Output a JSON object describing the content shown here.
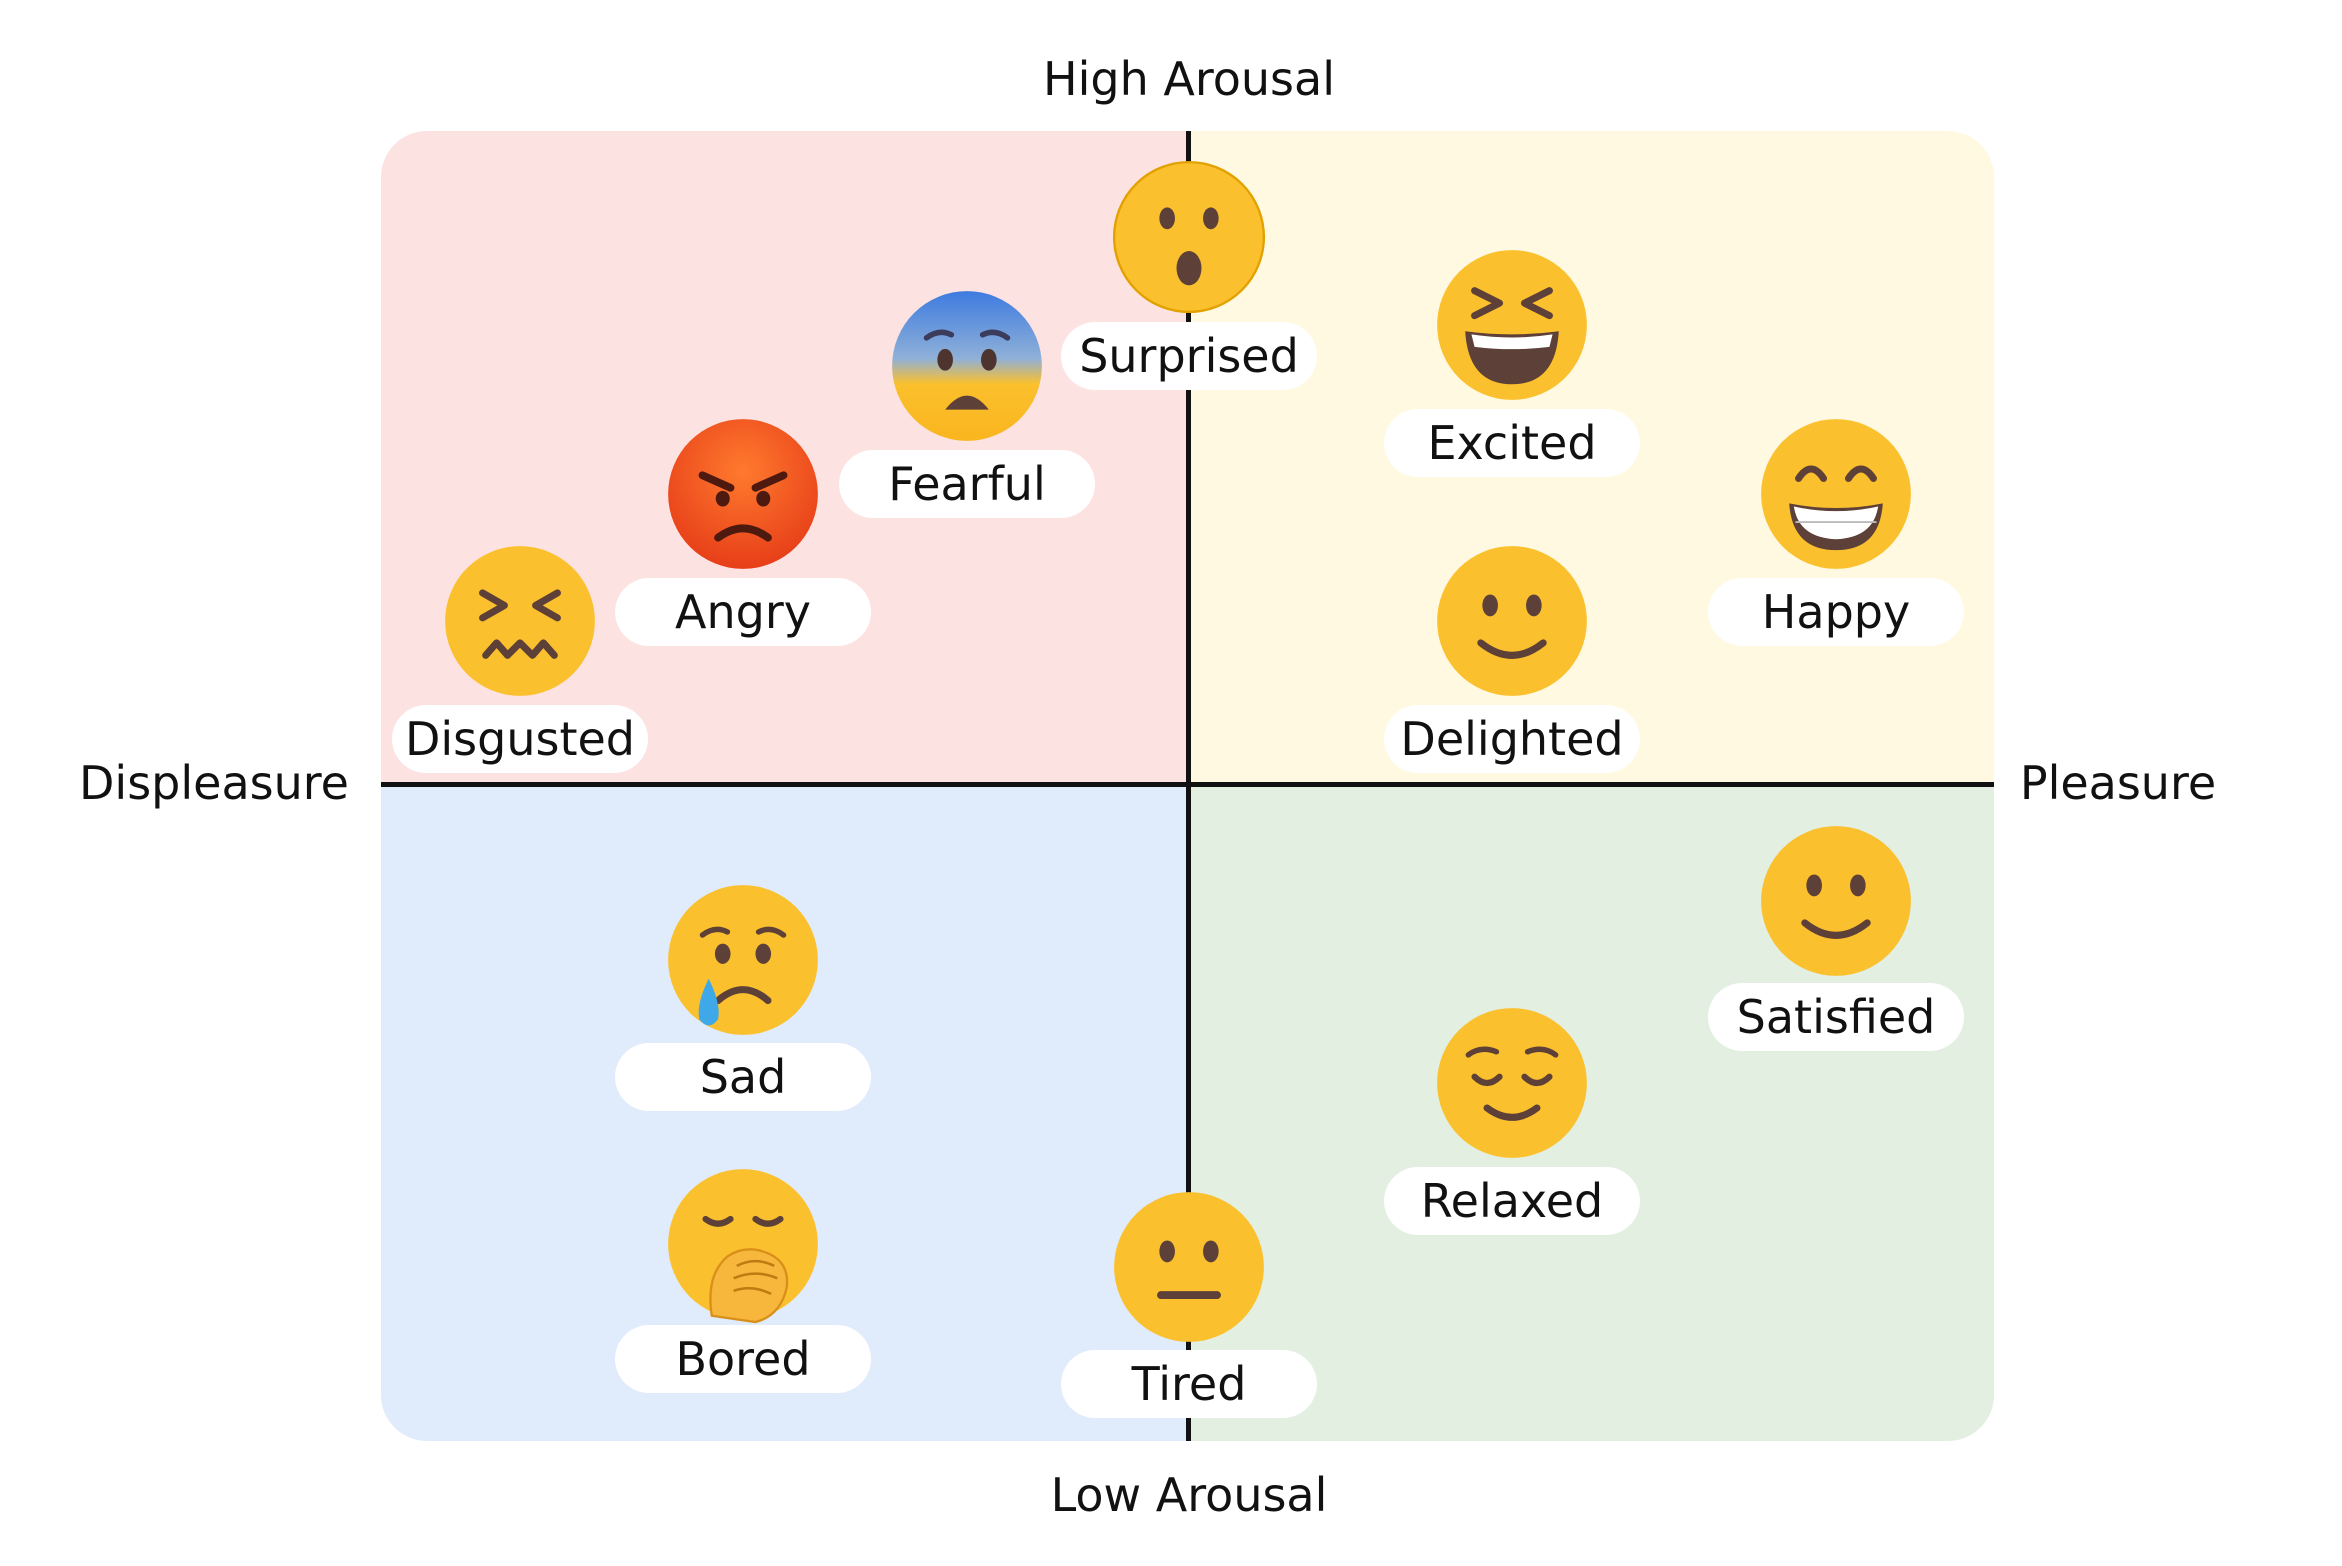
{
  "axes": {
    "top": "High Arousal",
    "bottom": "Low Arousal",
    "left": "Displeasure",
    "right": "Pleasure"
  },
  "quadrant_colors": {
    "high_arousal_displeasure": "#fde2e2",
    "high_arousal_pleasure": "#fef9e0",
    "low_arousal_displeasure": "#e0ecfb",
    "low_arousal_pleasure": "#e2efe1"
  },
  "emotions": [
    {
      "label": "Surprised",
      "icon": "surprised-face-icon"
    },
    {
      "label": "Fearful",
      "icon": "fearful-face-icon"
    },
    {
      "label": "Angry",
      "icon": "angry-face-icon"
    },
    {
      "label": "Disgusted",
      "icon": "disgusted-face-icon"
    },
    {
      "label": "Excited",
      "icon": "excited-face-icon"
    },
    {
      "label": "Happy",
      "icon": "happy-face-icon"
    },
    {
      "label": "Delighted",
      "icon": "delighted-face-icon"
    },
    {
      "label": "Satisfied",
      "icon": "satisfied-face-icon"
    },
    {
      "label": "Relaxed",
      "icon": "relaxed-face-icon"
    },
    {
      "label": "Sad",
      "icon": "sad-face-icon"
    },
    {
      "label": "Bored",
      "icon": "bored-face-icon"
    },
    {
      "label": "Tired",
      "icon": "tired-face-icon"
    }
  ]
}
